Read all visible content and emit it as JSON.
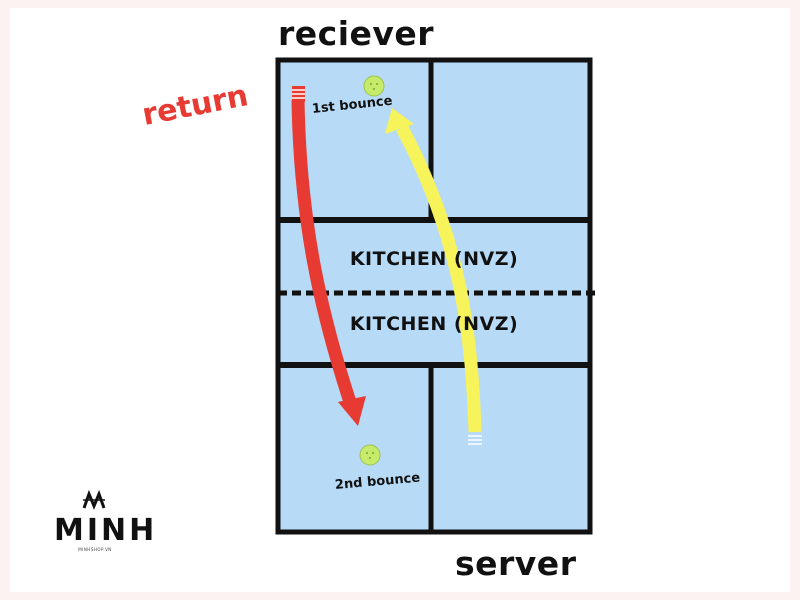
{
  "labels": {
    "top_player": "reciever",
    "bottom_player": "server",
    "return": "return",
    "kitchen_upper": "KITCHEN (NVZ)",
    "kitchen_lower": "KITCHEN (NVZ)",
    "first_bounce": "1st bounce",
    "second_bounce": "2nd bounce"
  },
  "logo": {
    "text": "MINH",
    "tagline": "MINHSHOP.VN"
  },
  "colors": {
    "court": "#b7daf7",
    "lines": "#111111",
    "return_arrow": "#e63a32",
    "serve_arrow": "#f7f35a",
    "ball": "#c6ea6a"
  }
}
